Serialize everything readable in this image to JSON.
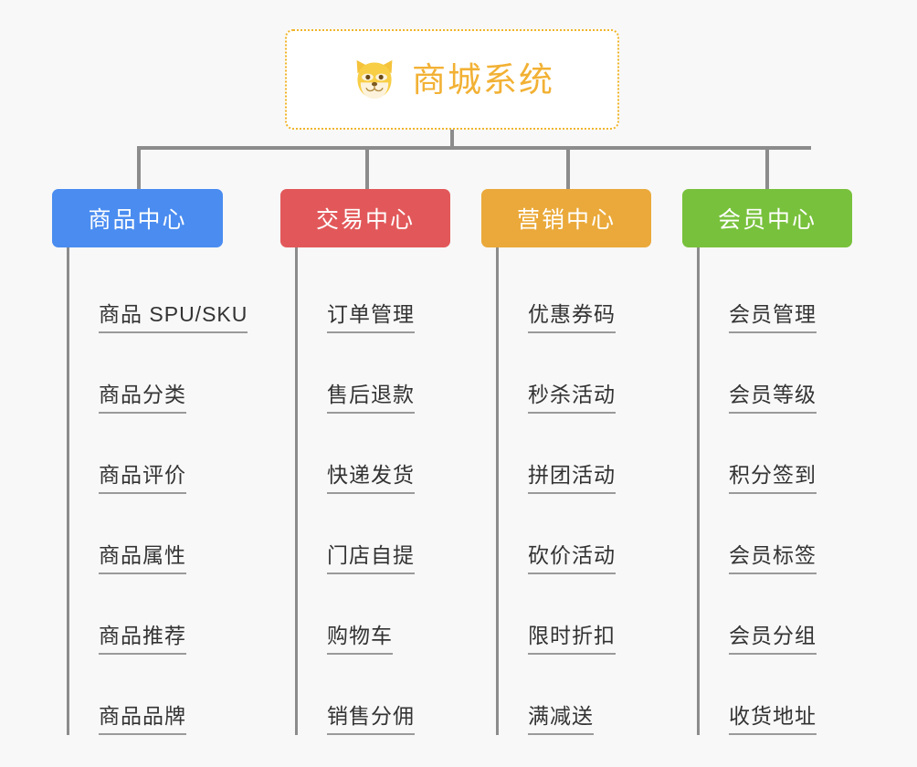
{
  "diagram": {
    "type": "org-chart",
    "background_color": "#f8f8f8",
    "connector_color": "#8c8c8c",
    "root": {
      "title": "商城系统",
      "icon": "dog-face-icon",
      "text_color": "#f2b134",
      "border_color": "#f0b429",
      "background_color": "#ffffff"
    },
    "columns": [
      {
        "header": "商品中心",
        "color": "#4a8cf0",
        "items": [
          "商品 SPU/SKU",
          "商品分类",
          "商品评价",
          "商品属性",
          "商品推荐",
          "商品品牌"
        ]
      },
      {
        "header": "交易中心",
        "color": "#e2585a",
        "items": [
          "订单管理",
          "售后退款",
          "快递发货",
          "门店自提",
          "购物车",
          "销售分佣"
        ]
      },
      {
        "header": "营销中心",
        "color": "#eaa93a",
        "items": [
          "优惠券码",
          "秒杀活动",
          "拼团活动",
          "砍价活动",
          "限时折扣",
          "满减送"
        ]
      },
      {
        "header": "会员中心",
        "color": "#78c13c",
        "items": [
          "会员管理",
          "会员等级",
          "积分签到",
          "会员标签",
          "会员分组",
          "收货地址"
        ]
      }
    ]
  }
}
